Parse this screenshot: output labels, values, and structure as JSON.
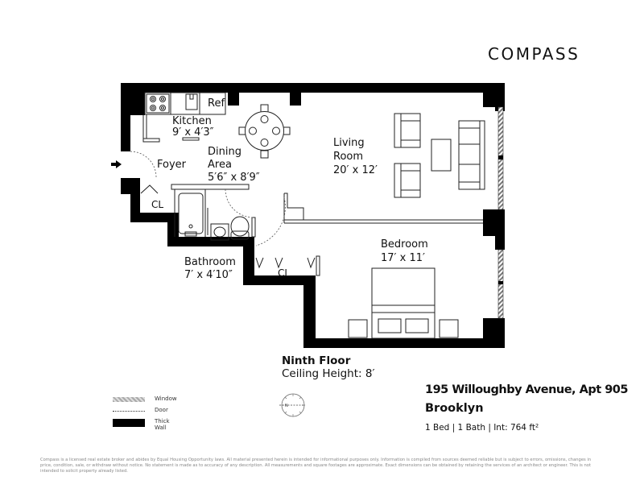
{
  "brand": {
    "logo_text": "COMPASS"
  },
  "rooms": {
    "kitchen": {
      "name": "Kitchen",
      "dims": "9′ x 4′3″",
      "fridge_label": "Ref"
    },
    "dining": {
      "name_line1": "Dining",
      "name_line2": "Area",
      "dims": "5′6″ x 8′9″"
    },
    "foyer": {
      "name": "Foyer"
    },
    "foyer_closet": {
      "name": "CL"
    },
    "living": {
      "name_line1": "Living",
      "name_line2": "Room",
      "dims": "20′ x 12′"
    },
    "bathroom": {
      "name": "Bathroom",
      "dims": "7′ x 4′10″"
    },
    "bedroom": {
      "name": "Bedroom",
      "dims": "17′ x 11′"
    },
    "hall_closet": {
      "name": "CL"
    }
  },
  "floor_info": {
    "floor": "Ninth Floor",
    "ceiling": "Ceiling Height: 8′"
  },
  "listing": {
    "address": "195 Willoughby Avenue, Apt 905",
    "neighborhood": "Brooklyn",
    "summary": "1 Bed | 1 Bath | Int: 764 ft²"
  },
  "legend": [
    {
      "key": "window",
      "label": "Window"
    },
    {
      "key": "door",
      "label": "Door"
    },
    {
      "key": "thick",
      "label": "Thick Wall"
    }
  ],
  "disclaimer": "Compass is a licensed real estate broker and abides by Equal Housing Opportunity laws. All material presented herein is intended for informational purposes only. Information is compiled from sources deemed reliable but is subject to errors, omissions, changes in price, condition, sale, or withdraw without notice. No statement is made as to accuracy of any description. All measurements and square footages are approximate. Exact dimensions can be obtained by retaining the services of an architect or engineer. This is not intended to solicit property already listed.",
  "colors": {
    "wall": "#000000",
    "line": "#222222",
    "window_hatch": "#999999",
    "disclaimer": "#888888"
  }
}
